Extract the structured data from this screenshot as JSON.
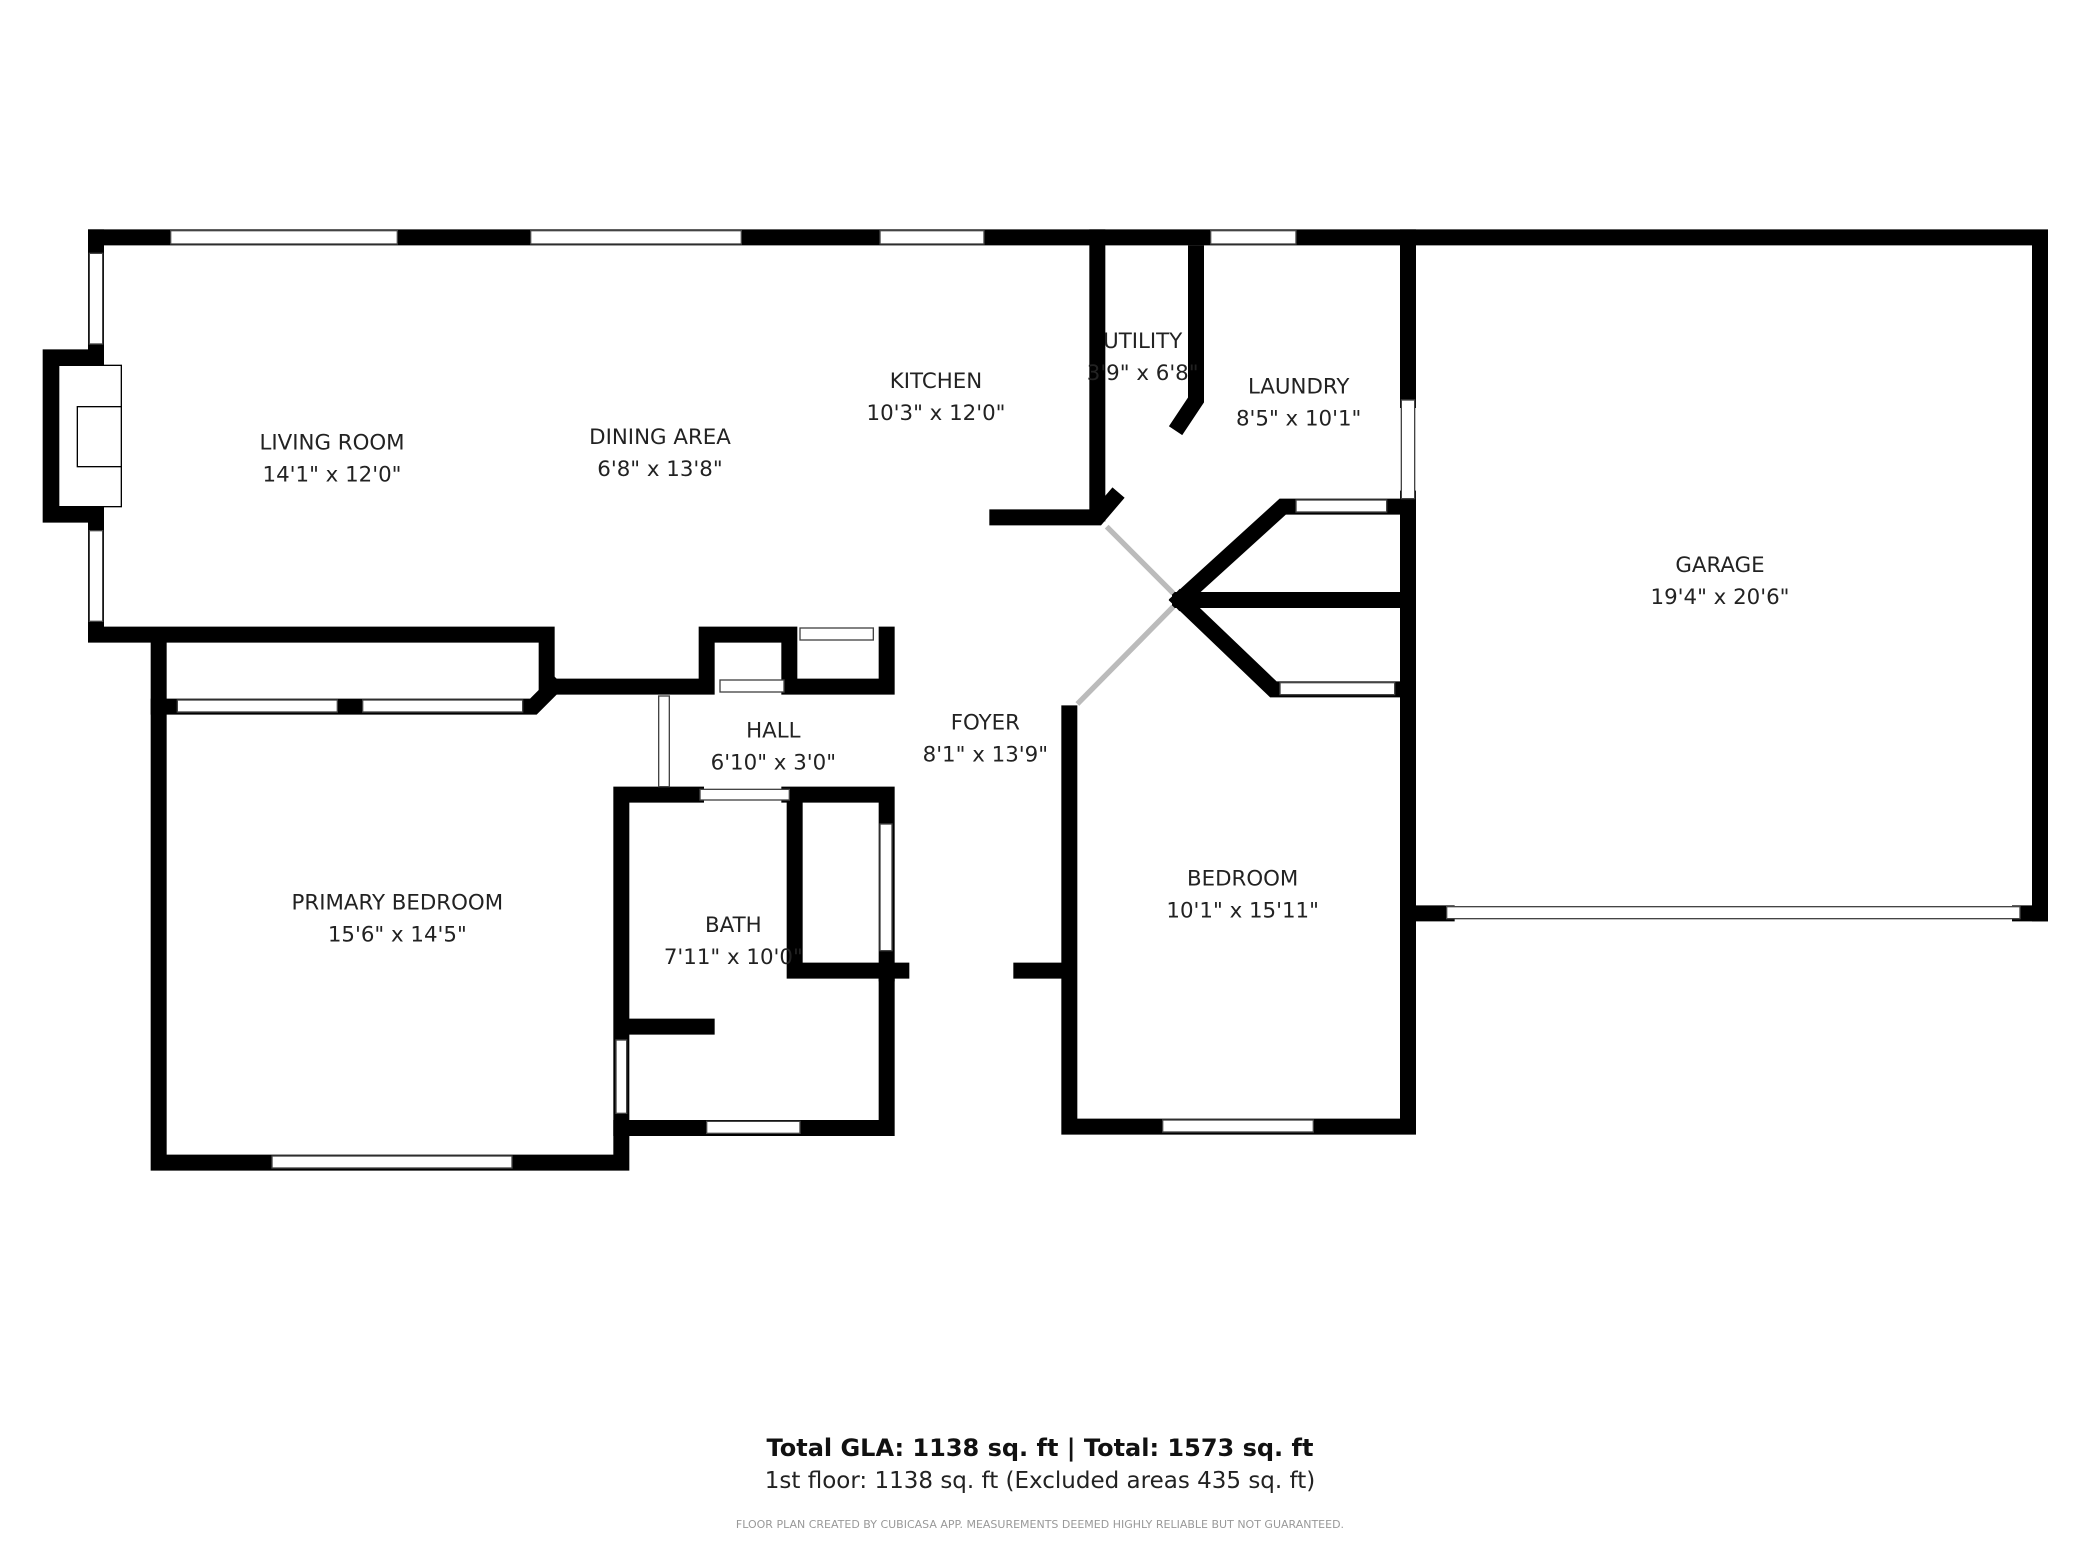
{
  "rooms": [
    {
      "name": "LIVING ROOM",
      "size": "14'1\" x 12'0\""
    },
    {
      "name": "DINING AREA",
      "size": "6'8\" x 13'8\""
    },
    {
      "name": "KITCHEN",
      "size": "10'3\" x 12'0\""
    },
    {
      "name": "UTILITY",
      "size": "3'9\" x 6'8\""
    },
    {
      "name": "LAUNDRY",
      "size": "8'5\" x 10'1\""
    },
    {
      "name": "GARAGE",
      "size": "19'4\" x 20'6\""
    },
    {
      "name": "HALL",
      "size": "6'10\" x 3'0\""
    },
    {
      "name": "FOYER",
      "size": "8'1\" x 13'9\""
    },
    {
      "name": "PRIMARY BEDROOM",
      "size": "15'6\" x 14'5\""
    },
    {
      "name": "BATH",
      "size": "7'11\" x 10'0\""
    },
    {
      "name": "BEDROOM",
      "size": "10'1\" x 15'11\""
    }
  ],
  "footer": {
    "totals": "Total GLA: 1138 sq. ft | Total: 1573 sq. ft",
    "floor": "1st floor: 1138 sq. ft (Excluded areas 435 sq. ft)",
    "disclaimer": "FLOOR PLAN CREATED BY CUBICASA APP. MEASUREMENTS DEEMED HIGHLY RELIABLE BUT NOT GUARANTEED."
  }
}
